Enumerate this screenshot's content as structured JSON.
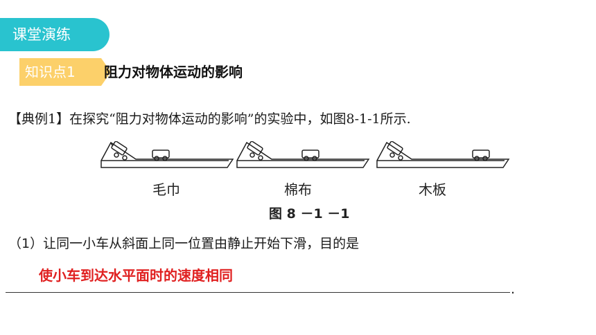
{
  "banner": {
    "label": "课堂演练"
  },
  "knowledge_point": {
    "tag": "知识点1",
    "title": "阻力对物体运动的影响"
  },
  "example": {
    "text": "【典例1】在探究“阻力对物体运动的影响”的实验中，如图8-1-1所示."
  },
  "figure": {
    "labels": [
      "毛巾",
      "棉布",
      "木板"
    ],
    "caption": "图 8 －1 －1"
  },
  "question1": {
    "text": "（1）让同一小车从斜面上同一位置由静止开始下滑，目的是"
  },
  "answer1": {
    "text": "使小车到达水平面时的速度相同"
  },
  "punct": {
    "period": "."
  },
  "colors": {
    "banner": "#29c3cf",
    "tag": "#fcd06a",
    "answer": "#e02020"
  }
}
